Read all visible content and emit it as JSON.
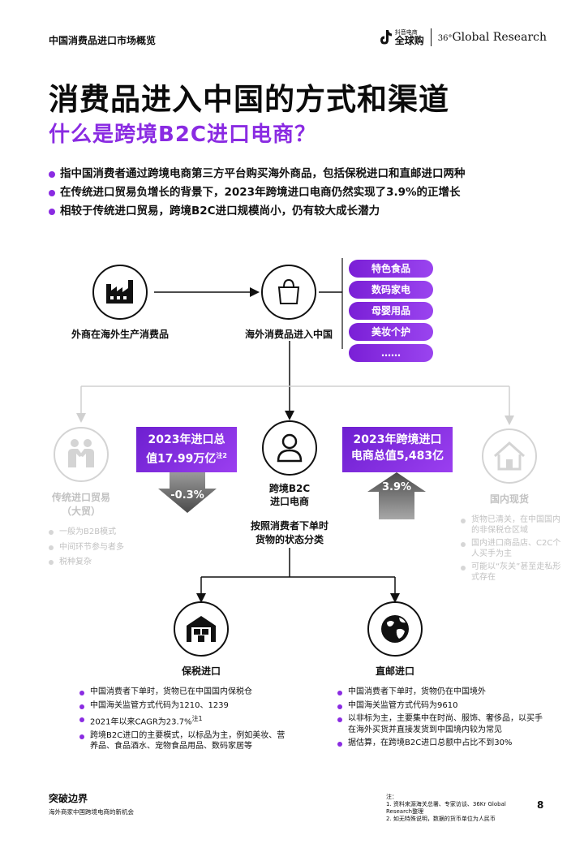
{
  "header": {
    "section": "中国消费品进口市场概览",
    "logo_small": "抖音电商",
    "logo_big": "全球购",
    "logo_gr_num": "36°",
    "logo_gr_text": "Global Research"
  },
  "title": "消费品进入中国的方式和渠道",
  "subtitle": "什么是跨境B2C进口电商？",
  "bullets": [
    "指中国消费者通过跨境电商第三方平台购买海外商品，包括保税进口和直邮进口两种",
    "在传统进口贸易负增长的背景下，2023年跨境进口电商仍然实现了3.9%的正增长",
    "相较于传统进口贸易，跨境B2C进口规模尚小，仍有较大成长潜力"
  ],
  "flow": {
    "factory_label": "外商在海外生产消费品",
    "goods_label": "海外消费品进入中国",
    "categories": [
      "特色食品",
      "数码家电",
      "母婴用品",
      "美妆个护",
      "……"
    ],
    "traditional": {
      "label_line1": "传统进口贸易",
      "label_line2": "（大贸）",
      "items": [
        "一般为B2B模式",
        "中间环节参与者多",
        "税种复杂"
      ]
    },
    "domestic": {
      "label": "国内现货",
      "items": [
        "货物已清关，在中国国内的非保税仓区域",
        "国内进口商品店、C2C个人买手为主",
        "可能以“灰关”甚至走私形式存在"
      ]
    },
    "stat_left": {
      "line1": "2023年进口总",
      "line2": "值17.99万亿",
      "note": "注2",
      "change": "-0.3%"
    },
    "stat_right": {
      "line1": "2023年跨境进口",
      "line2": "电商总值5,483亿",
      "change": "3.9%"
    },
    "center": {
      "label_line1": "跨境B2C",
      "label_line2": "进口电商",
      "classify_line1": "按照消费者下单时",
      "classify_line2": "货物的状态分类"
    },
    "bonded": {
      "label": "保税进口",
      "items": [
        "中国消费者下单时，货物已在中国国内保税仓",
        "中国海关监管方式代码为1210、1239",
        "2021年以来CAGR为23.7%",
        "跨境B2C进口的主要模式，以标品为主，例如美妆、营养品、食品酒水、宠物食品用品、数码家居等"
      ],
      "cagr_note": "注1"
    },
    "direct": {
      "label": "直邮进口",
      "items": [
        "中国消费者下单时，货物仍在中国境外",
        "中国海关监管方式代码为9610",
        "以非标为主，主要集中在时尚、服饰、奢侈品，以买手在海外买货并直接发货到中国境内较为常见",
        "据估算，在跨境B2C进口总额中占比不到30%"
      ]
    }
  },
  "footer": {
    "brand": "突破边界",
    "tagline": "海外商家中国跨境电商的新机会",
    "notes_title": "注：",
    "note1": "1.  资料来源海关总署、专家访谈、36Kr Global Research整理",
    "note2": "2.  如无特殊说明，数据的货币单位为人民币",
    "page": "8"
  },
  "colors": {
    "accent": "#8a2be2",
    "accent_dark": "#6d1fd0",
    "gray": "#c2c2c2",
    "text": "#111111"
  }
}
